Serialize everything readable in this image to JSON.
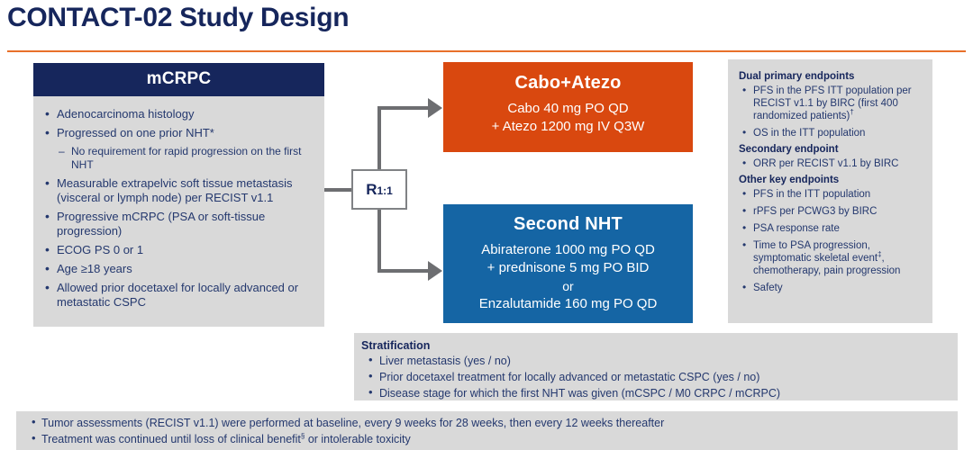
{
  "title": "CONTACT-02 Study Design",
  "colors": {
    "navy": "#16265c",
    "orange_rule": "#e8702a",
    "arm_cabo": "#d9480f",
    "arm_nht": "#1565a4",
    "panel_gray": "#d9d9d9",
    "connector_gray": "#6d6e71",
    "text_blue": "#24386e"
  },
  "population": {
    "header": "mCRPC",
    "criteria": [
      {
        "level": 1,
        "text": "Adenocarcinoma histology"
      },
      {
        "level": 1,
        "text": "Progressed on one prior NHT*"
      },
      {
        "level": 2,
        "text": "No requirement for rapid progression on the first NHT"
      },
      {
        "level": 1,
        "text": "Measurable extrapelvic soft tissue metastasis (visceral or lymph node) per RECIST v1.1"
      },
      {
        "level": 1,
        "text": "Progressive mCRPC (PSA or soft-tissue progression)"
      },
      {
        "level": 1,
        "text": "ECOG PS 0 or 1"
      },
      {
        "level": 1,
        "text": "Age ≥18 years"
      },
      {
        "level": 1,
        "text": "Allowed prior docetaxel for locally advanced or metastatic CSPC"
      }
    ]
  },
  "randomization": {
    "label_main": "R",
    "label_ratio": "1:1"
  },
  "arms": [
    {
      "id": "cabo-atezo",
      "title": "Cabo+Atezo",
      "lines": [
        "Cabo 40 mg PO QD",
        "+ Atezo 1200 mg IV Q3W"
      ]
    },
    {
      "id": "second-nht",
      "title": "Second NHT",
      "lines": [
        "Abiraterone 1000 mg PO QD",
        "+ prednisone 5 mg PO BID",
        "or",
        "Enzalutamide 160 mg PO QD"
      ]
    }
  ],
  "endpoints": {
    "groups": [
      {
        "heading": "Dual primary endpoints",
        "items": [
          "PFS in the PFS ITT population per RECIST v1.1 by BIRC (first 400 randomized patients)†",
          "OS in the ITT population"
        ]
      },
      {
        "heading": "Secondary endpoint",
        "items": [
          "ORR per RECIST v1.1 by BIRC"
        ]
      },
      {
        "heading": "Other key endpoints",
        "items": [
          "PFS in the ITT population",
          "rPFS per PCWG3 by BIRC",
          "PSA response rate",
          "Time to PSA progression, symptomatic skeletal event‡, chemotherapy, pain progression",
          "Safety"
        ]
      }
    ]
  },
  "stratification": {
    "heading": "Stratification",
    "items": [
      "Liver metastasis (yes / no)",
      "Prior docetaxel treatment for locally advanced or metastatic CSPC (yes / no)",
      "Disease stage for which the first NHT was given (mCSPC / M0 CRPC / mCRPC)"
    ]
  },
  "footer": {
    "items": [
      "Tumor assessments (RECIST v1.1) were performed at baseline, every 9 weeks for 28 weeks, then every 12 weeks thereafter",
      "Treatment was continued until loss of clinical benefit§ or intolerable toxicity"
    ]
  }
}
